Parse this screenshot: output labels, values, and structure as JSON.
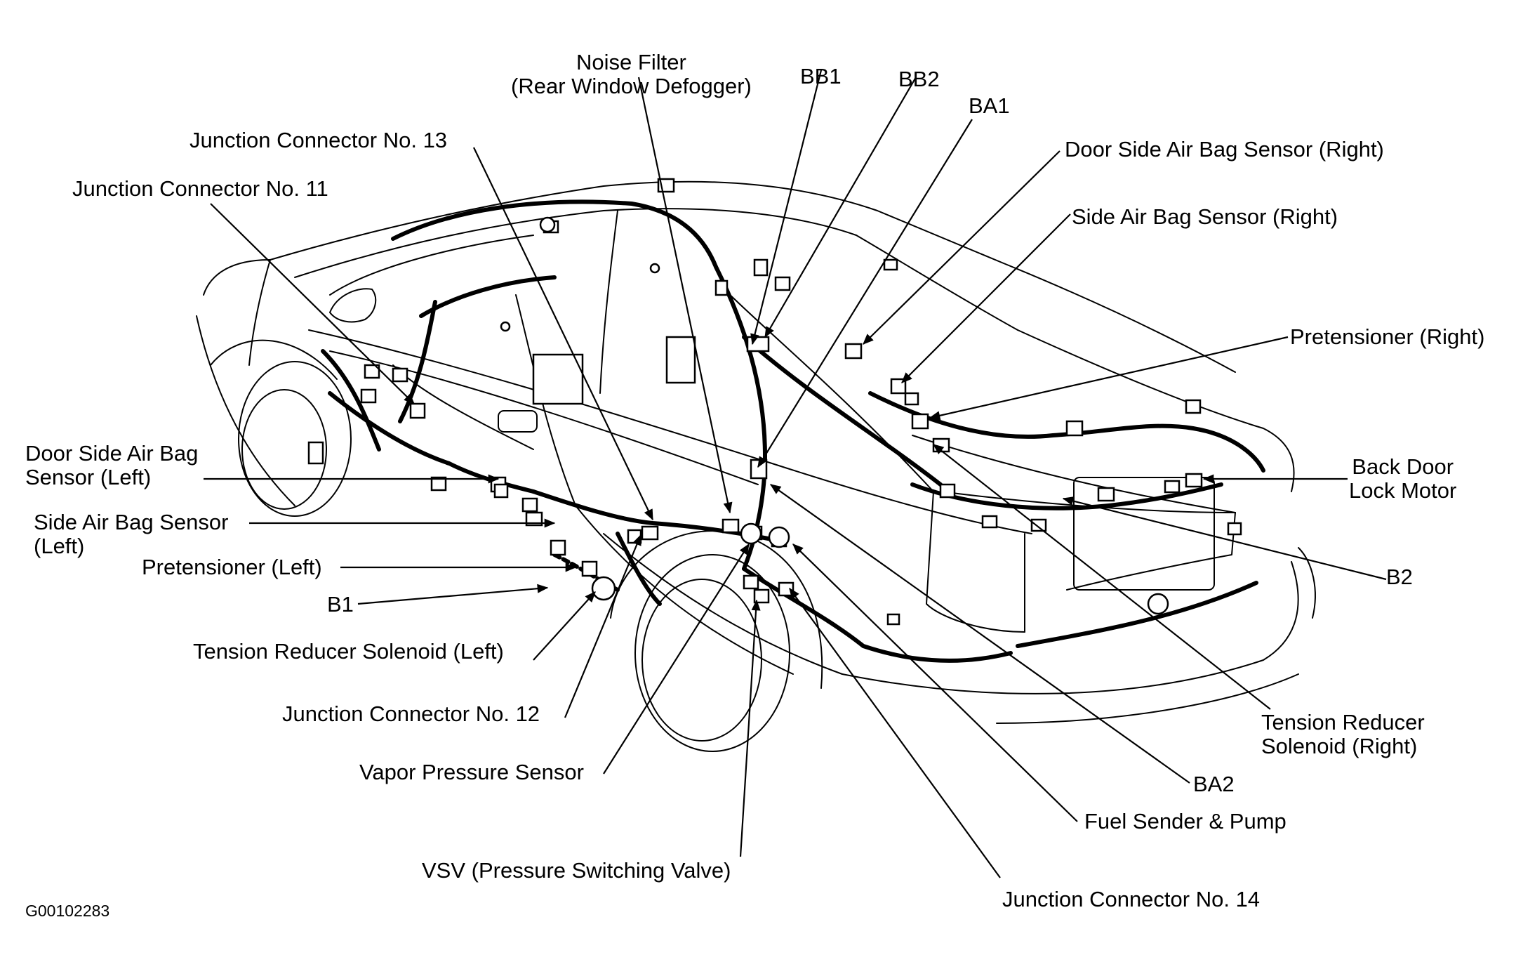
{
  "figure_id": "G00102283",
  "labels": {
    "noise_filter": [
      "Noise Filter",
      "(Rear Window Defogger)"
    ],
    "bb1": "BB1",
    "bb2": "BB2",
    "ba1": "BA1",
    "junction_13": "Junction Connector No. 13",
    "junction_11": "Junction Connector No. 11",
    "door_side_airbag_right": "Door Side Air Bag Sensor (Right)",
    "side_airbag_right": "Side Air Bag Sensor (Right)",
    "pretensioner_right": "Pretensioner (Right)",
    "door_side_airbag_left": [
      "Door Side Air Bag",
      "Sensor (Left)"
    ],
    "side_airbag_left": [
      "Side Air Bag Sensor",
      "(Left)"
    ],
    "pretensioner_left": "Pretensioner (Left)",
    "b1": "B1",
    "tension_reducer_left": "Tension Reducer Solenoid (Left)",
    "junction_12": "Junction Connector No. 12",
    "vapor_pressure": "Vapor Pressure Sensor",
    "vsv": "VSV (Pressure Switching Valve)",
    "back_door_lock": [
      "Back Door",
      "Lock Motor"
    ],
    "b2": "B2",
    "tension_reducer_right": [
      "Tension Reducer",
      "Solenoid (Right)"
    ],
    "ba2": "BA2",
    "fuel_sender": "Fuel Sender & Pump",
    "junction_14": "Junction Connector No. 14"
  }
}
